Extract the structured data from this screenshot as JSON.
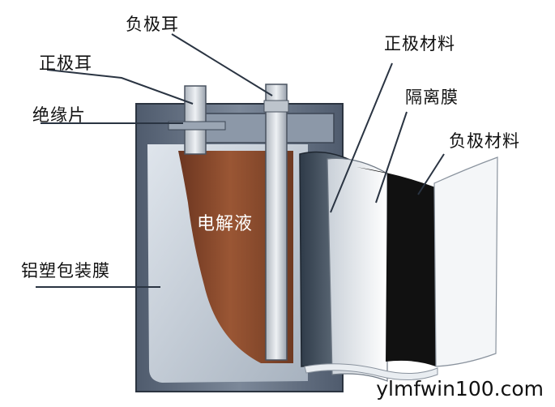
{
  "labels": {
    "negative_tab": "负极耳",
    "positive_tab": "正极耳",
    "insulation_sheet": "绝缘片",
    "aluminum_plastic_film": "铝塑包装膜",
    "electrolyte": "电解液",
    "positive_material": "正极材料",
    "separator": "隔离膜",
    "negative_material": "负极材料"
  },
  "watermark": "ylmfwin100.com",
  "colors": {
    "casing": "#5e6b7e",
    "electrolyte": "#8a4a2c",
    "tab": "#cdd2d8",
    "negative_layer": "#111111",
    "separator_layer": "#f4f6f8"
  }
}
